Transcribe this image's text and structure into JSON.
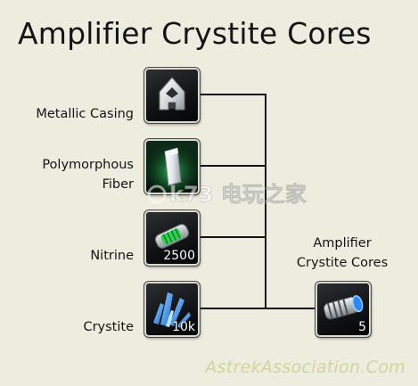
{
  "title": "Amplifier Crystite Cores",
  "ingredients": [
    {
      "label": "Metallic Casing",
      "icon": "metallic-casing-icon",
      "quantity": ""
    },
    {
      "label_line1": "Polymorphous",
      "label_line2": "Fiber",
      "icon": "polymorphous-fiber-icon",
      "quantity": ""
    },
    {
      "label": "Nitrine",
      "icon": "nitrine-icon",
      "quantity": "2500"
    },
    {
      "label": "Crystite",
      "icon": "crystite-icon",
      "quantity": "10k"
    }
  ],
  "result": {
    "label_line1": "Amplifier",
    "label_line2": "Crystite Cores",
    "icon": "amplifier-crystite-cores-icon",
    "quantity": "5"
  },
  "watermark": "AstrekAssociation.Com",
  "overlay_watermark": "k73 电玩之家",
  "colors": {
    "background": "#ececdf",
    "slot": "#0e1012",
    "connector": "#111111",
    "watermark": "#d3d39a"
  }
}
